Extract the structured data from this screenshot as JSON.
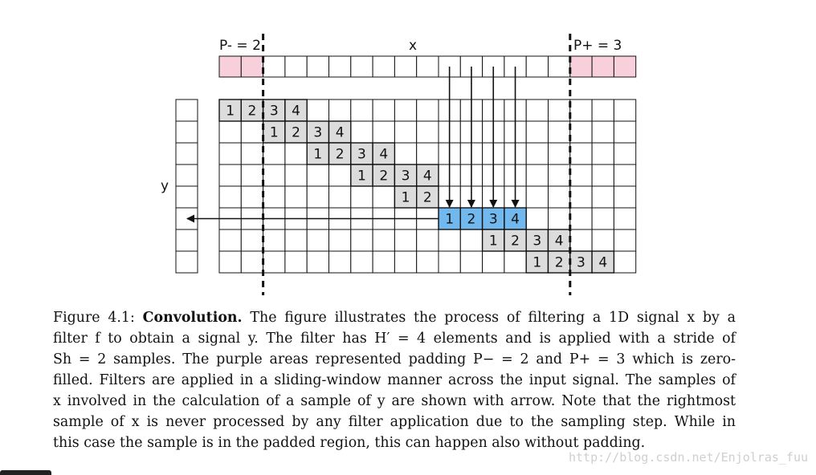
{
  "labels": {
    "p_minus": "P- = 2",
    "x": "x",
    "p_plus": "P+ = 3",
    "y": "y"
  },
  "filter_numbers": [
    "1",
    "2",
    "3",
    "4"
  ],
  "partial_filter_numbers": [
    "1",
    "2"
  ],
  "colors": {
    "padding": "#f7d0dc",
    "filter": "#dcdcdc",
    "highlight": "#70b8ee",
    "grid": "#111111"
  },
  "caption": {
    "lines": [
      {
        "label": "Figure 4.1:",
        "bold": "Convolution.",
        "text": "The figure illustrates the process of filtering a 1D signal x by a"
      },
      {
        "text": "filter f to obtain a signal y. The filter has H′ = 4 elements and is applied with a stride of"
      },
      {
        "text": "Sh = 2 samples. The purple areas represented padding P− = 2 and P+ = 3 which is zero-"
      },
      {
        "text": "filled. Filters are applied in a sliding-window manner across the input signal. The samples of"
      },
      {
        "text": "x involved in the calculation of a sample of y are shown with arrow. Note that the rightmost"
      },
      {
        "text": "sample of x is never processed by any filter application due to the sampling step. While in"
      },
      {
        "text": "this case the sample is in the padded region, this can happen also without padding."
      }
    ]
  },
  "watermark": "http://blog.csdn.net/Enjolras_fuu"
}
